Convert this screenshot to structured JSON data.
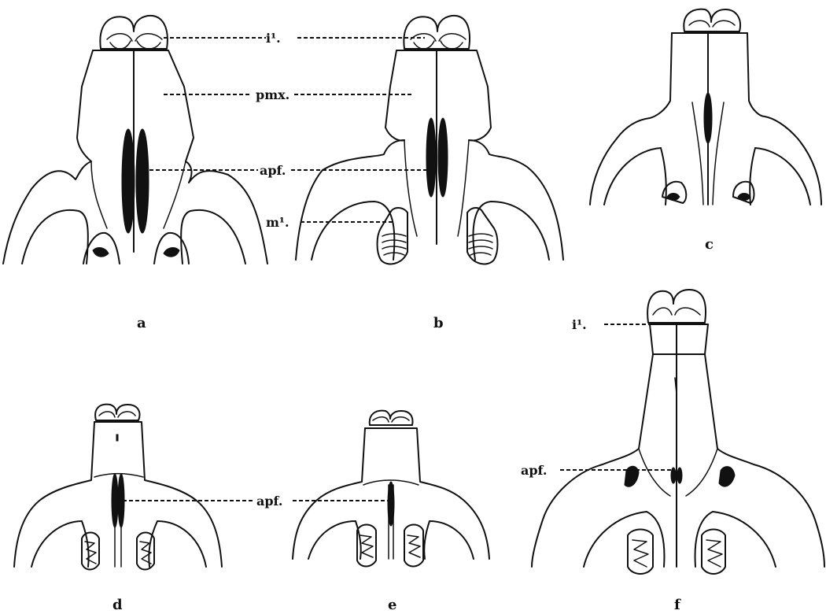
{
  "labels": {
    "incisor": "i¹.",
    "premaxilla": "pmx.",
    "apf": "apf.",
    "molar": "m¹."
  },
  "panels": [
    "a",
    "b",
    "c",
    "d",
    "e",
    "f"
  ]
}
